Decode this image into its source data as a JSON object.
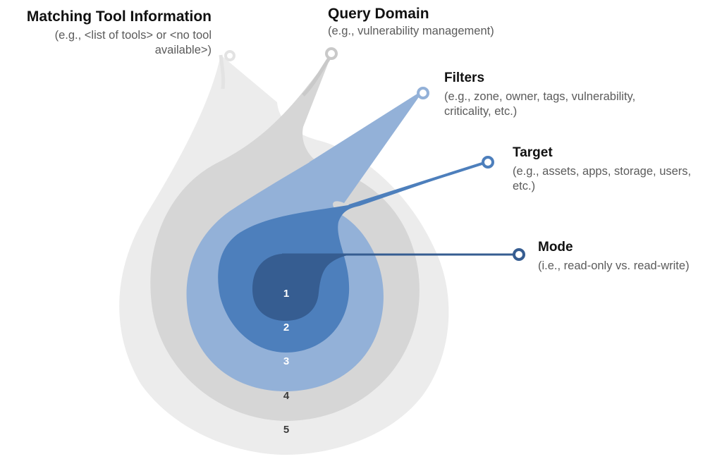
{
  "layers": [
    {
      "number": "1",
      "title": "Mode",
      "description": "(i.e., read-only vs. read-write)",
      "color": "#365d91",
      "number_color": "#ffffff"
    },
    {
      "number": "2",
      "title": "Target",
      "description": "(e.g., assets, apps, storage, users, etc.)",
      "color": "#4d7fbc",
      "number_color": "#ffffff"
    },
    {
      "number": "3",
      "title": "Filters",
      "description": "(e.g., zone, owner, tags, vulnerability, criticality, etc.)",
      "color": "#93b1d8",
      "number_color": "#ffffff"
    },
    {
      "number": "4",
      "title": "Query Domain",
      "description": "(e.g., vulnerability management)",
      "color": "#d6d6d6",
      "number_color": "#3a3a3a"
    },
    {
      "number": "5",
      "title": "Matching Tool Information",
      "description": "(e.g., <list of tools> or <no tool available>)",
      "color": "#ececec",
      "number_color": "#3a3a3a"
    }
  ],
  "connector_colors": {
    "mode": "#365d91",
    "target": "#4d7fbc",
    "filters": "#93b1d8",
    "query_domain": "#c9c9c9",
    "matching_tool": "#e3e3e3"
  }
}
